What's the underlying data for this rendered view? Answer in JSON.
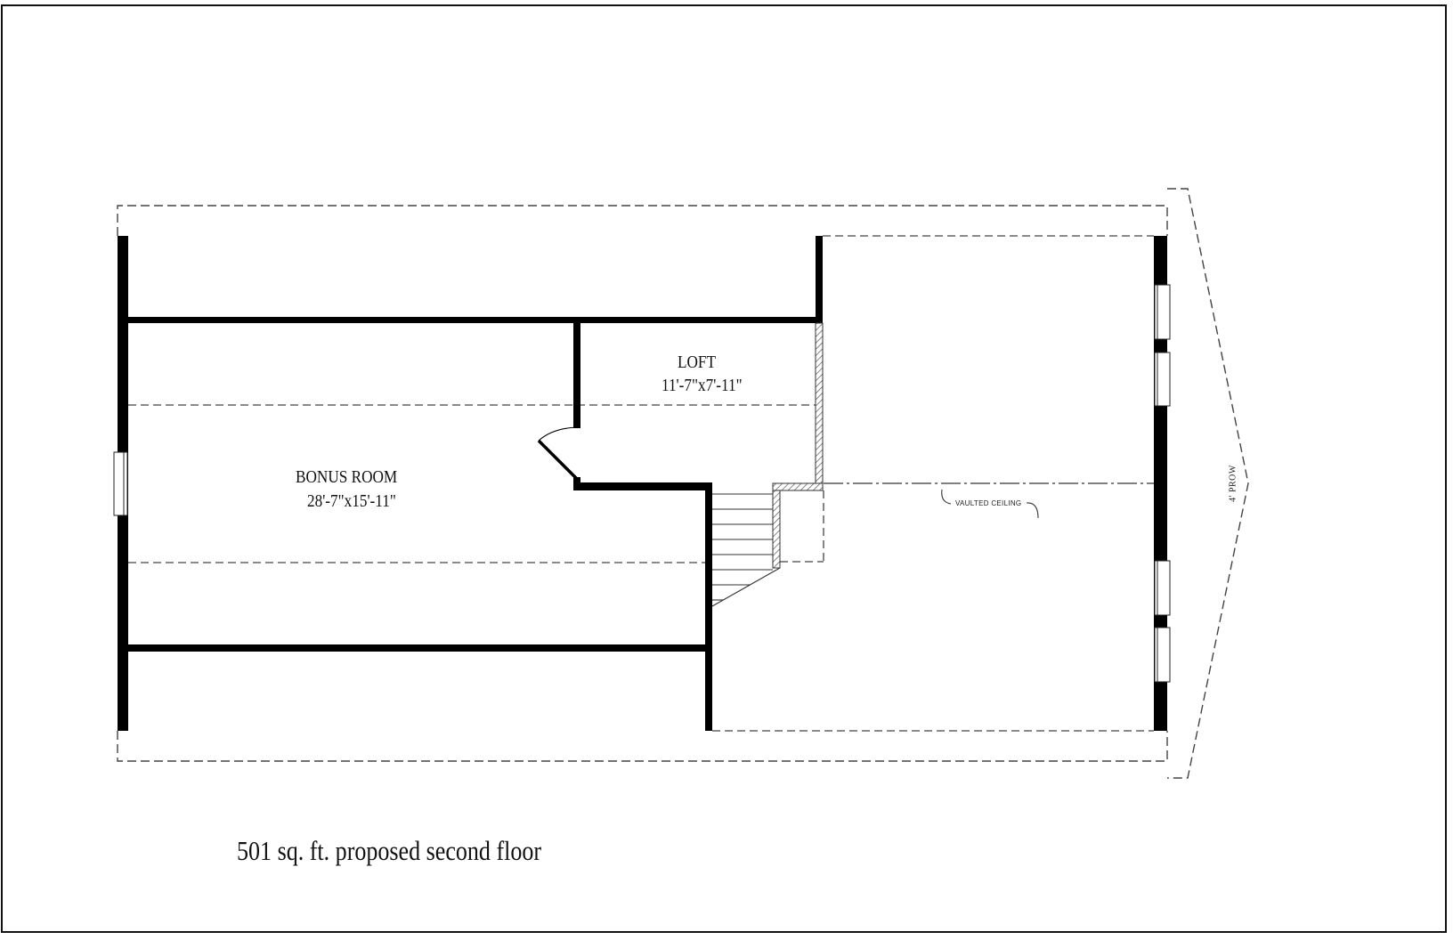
{
  "plan": {
    "title": "501 sq. ft. proposed second floor",
    "rooms": [
      {
        "name": "BONUS ROOM",
        "dimensions": "28'-7\"x15'-11\""
      },
      {
        "name": "LOFT",
        "dimensions": "11'-7\"x7'-11\""
      }
    ],
    "annotations": {
      "vaulted_ceiling": "VAULTED CEILING",
      "prow": "4' PROW"
    },
    "colors": {
      "wall": "#000000",
      "dashed_line": "#444444",
      "background": "#ffffff"
    }
  }
}
